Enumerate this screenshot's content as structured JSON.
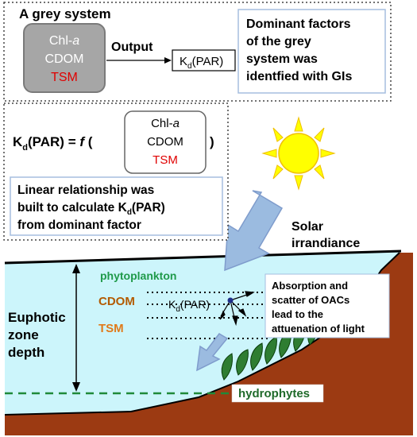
{
  "top_panel": {
    "title": "A grey system",
    "box": {
      "line1": "Chl-",
      "line1_italic": "a",
      "line2": "CDOM",
      "line3": "TSM"
    },
    "output_label": "Output",
    "kd_main": "K",
    "kd_sub": "d",
    "kd_tail": "(PAR)",
    "note": [
      "Dominant factors",
      "of the grey",
      "system was",
      "identfied with GIs"
    ]
  },
  "formula_panel": {
    "lhs_main": "K",
    "lhs_sub": "d",
    "lhs_tail": "(PAR) = ",
    "func": "f",
    "open": "(",
    "close": ")",
    "box": {
      "line1": "Chl-",
      "line1_italic": "a",
      "line2": "CDOM",
      "line3": "TSM"
    },
    "note": [
      "Linear relationship was",
      "built to calculate K",
      "from dominant factor"
    ],
    "note_sub": "d",
    "note_tail": "(PAR)"
  },
  "solar": {
    "line1": "Solar",
    "line2": "irrandiance"
  },
  "water": {
    "phyto": "phytoplankton",
    "cdom": "CDOM",
    "tsm": "TSM",
    "kd_main": "K",
    "kd_sub": "d",
    "kd_tail": "(PAR)",
    "absorption": [
      "Absorption and",
      "scatter of OACs",
      "lead to the",
      "attuenation of light"
    ],
    "euphotic": [
      "Euphotic",
      "zone",
      "depth"
    ],
    "hydrophytes": "hydrophytes"
  },
  "colors": {
    "water": "#ccf5fb",
    "grey_box": "#a6a6a6",
    "tsm_red": "#e00000",
    "phyto_green": "#1f9a4a",
    "cdom_brown": "#b35a00",
    "tsm_orange": "#e07a1a",
    "ground": "#9c3a12",
    "sun": "#ffff00",
    "arrow": "#9bbbe0",
    "plant": "#2e7d32"
  }
}
